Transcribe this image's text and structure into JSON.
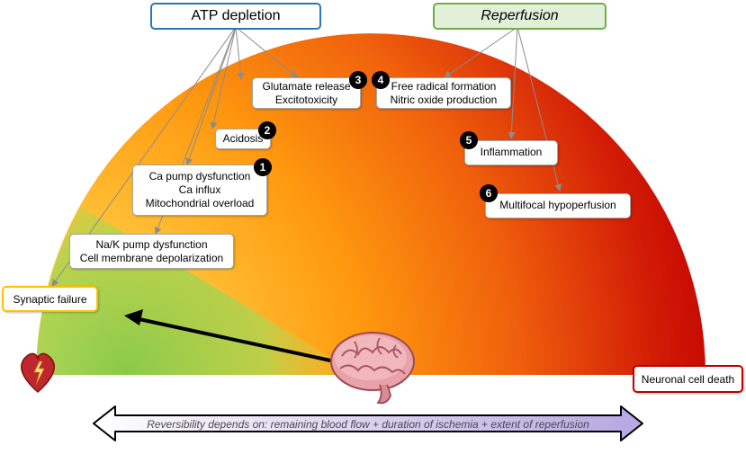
{
  "headers": {
    "atp": "ATP depletion",
    "reperfusion": "Reperfusion"
  },
  "boxes": {
    "glutamate": {
      "line1": "Glutamate release",
      "line2": "Excitotoxicity",
      "num": "3"
    },
    "free_radical": {
      "line1": "Free radical formation",
      "line2": "Nitric oxide production",
      "num": "4"
    },
    "acidosis": {
      "line1": "Acidosis",
      "num": "2"
    },
    "inflammation": {
      "line1": "Inflammation",
      "num": "5"
    },
    "ca_pump": {
      "line1": "Ca pump dysfunction",
      "line2": "Ca influx",
      "line3": "Mitochondrial overload",
      "num": "1"
    },
    "multifocal": {
      "line1": "Multifocal hypoperfusion",
      "num": "6"
    },
    "na_k": {
      "line1": "Na/K pump dysfunction",
      "line2": "Cell membrane depolarization"
    },
    "synaptic": {
      "line1": "Synaptic failure"
    },
    "neuronal": {
      "line1": "Neuronal cell death"
    }
  },
  "footer": {
    "text": "Reversibility depends on: remaining blood flow + duration of ischemia + extent of reperfusion"
  },
  "icons": [
    "broken-heart-icon",
    "brain-icon"
  ],
  "colors": {
    "atp_border": "#2e75b6",
    "reperfusion_border": "#70ad47",
    "reperfusion_fill": "#e2f0d9",
    "synaptic_border": "#ffc000",
    "neuronal_border": "#c00000",
    "arrow_fill": "#cfc3ea"
  }
}
